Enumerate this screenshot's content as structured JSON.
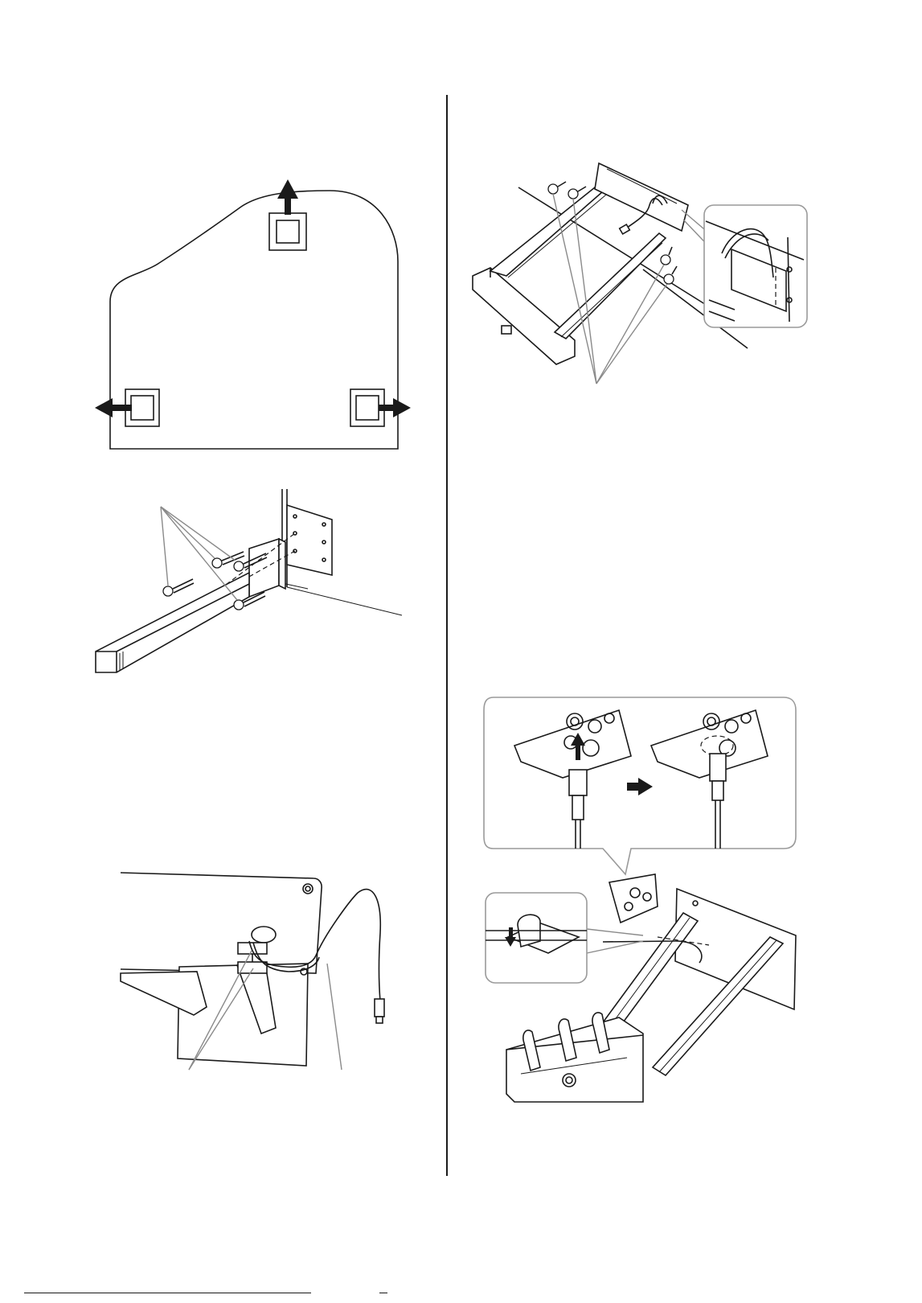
{
  "page": {
    "background": "#ffffff",
    "line_color": "#1a1a1a",
    "callout_color": "#8a8a8a"
  },
  "figures": [
    {
      "id": "figure-body-top-view",
      "icon": "piano-body-outline-with-leg-mount-arrows"
    },
    {
      "id": "figure-front-leg-screws",
      "icon": "leg-attach-screws"
    },
    {
      "id": "figure-pedal-box-screws",
      "icon": "pedal-box-attach-screws"
    },
    {
      "id": "figure-cable-holders",
      "icon": "cable-holder-underside"
    },
    {
      "id": "figure-pedal-cord-connection",
      "icon": "pedal-cord-plug-insert"
    }
  ]
}
